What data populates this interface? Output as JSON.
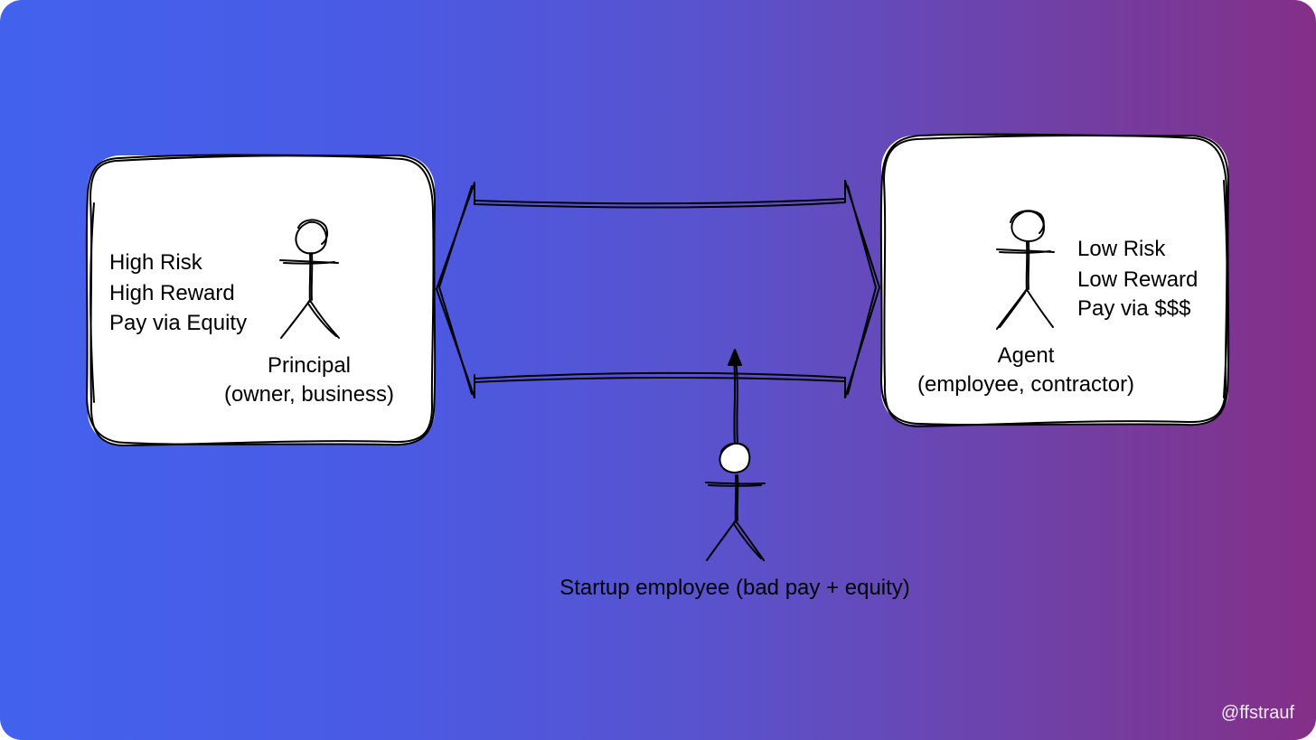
{
  "principal": {
    "traits": [
      "High Risk",
      "High Reward",
      "Pay via Equity"
    ],
    "title": "Principal",
    "subtitle": "(owner, business)"
  },
  "agent": {
    "traits": [
      "Low Risk",
      "Low Reward",
      "Pay via $$$"
    ],
    "title": "Agent",
    "subtitle": "(employee, contractor)"
  },
  "startup_employee": {
    "label": "Startup employee (bad pay + equity)"
  },
  "watermark": "@ffstrauf",
  "colors": {
    "gradient_start": "#4262ee",
    "gradient_end": "#842f87",
    "box_fill": "#ffffff",
    "ink": "#000000"
  },
  "icons": [
    "stick-figure-principal-icon",
    "stick-figure-agent-icon",
    "stick-figure-startup-employee-icon",
    "double-headed-arrow-icon",
    "upward-arrow-icon"
  ]
}
